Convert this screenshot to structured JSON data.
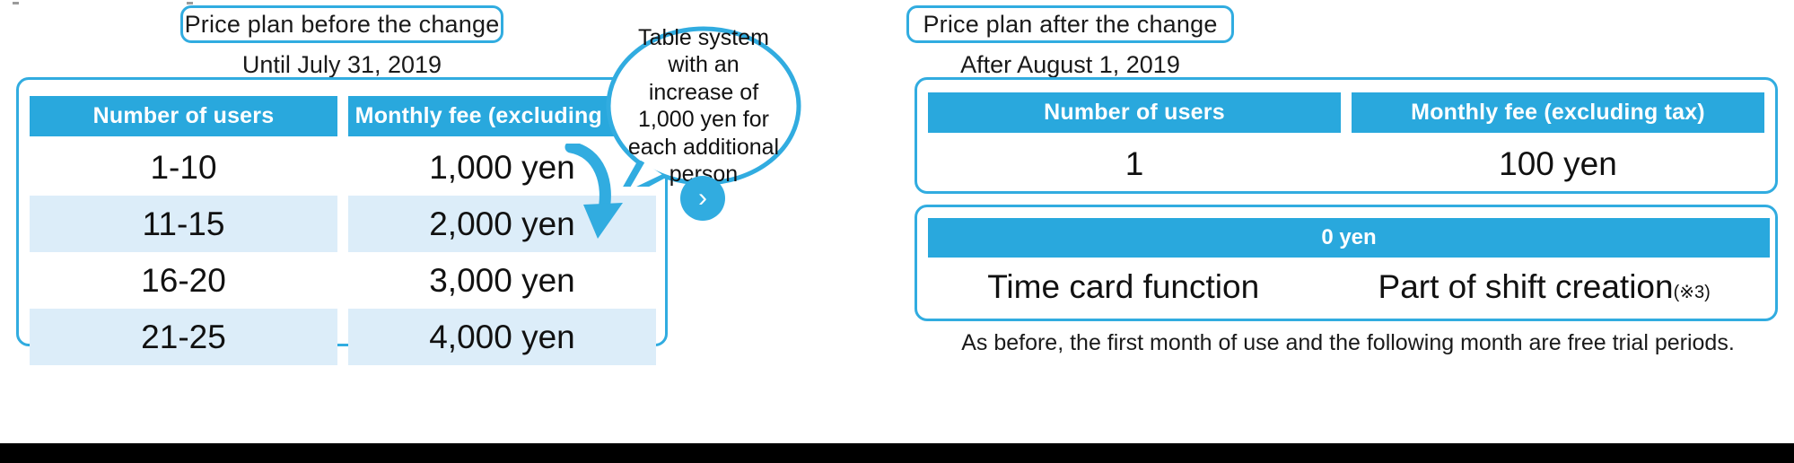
{
  "left_panel": {
    "badge_label": "Price plan before the change",
    "subtitle": "Until July 31, 2019",
    "table": {
      "headers": [
        "Number of users",
        "Monthly fee (excluding tax)"
      ],
      "rows": [
        [
          "1-10",
          "1,000 yen"
        ],
        [
          "11-15",
          "2,000 yen"
        ],
        [
          "16-20",
          "3,000 yen"
        ],
        [
          "21-25",
          "4,000 yen"
        ]
      ]
    }
  },
  "callout": {
    "text": "Table system with an increase of 1,000 yen for each additional person"
  },
  "transition": {
    "chevron_glyph": "›"
  },
  "right_panel": {
    "badge_label": "Price plan after the change",
    "subtitle": "After August 1, 2019",
    "table": {
      "headers": [
        "Number of users",
        "Monthly fee (excluding tax)"
      ],
      "rows": [
        [
          "1",
          "100 yen"
        ]
      ]
    },
    "free_section": {
      "banner_label": "0 yen",
      "items": [
        {
          "label": "Time card function",
          "note": ""
        },
        {
          "label": "Part of shift creation",
          "note": "(※3)"
        }
      ]
    },
    "footnote": "As before, the first month of use and the following month are free trial periods."
  },
  "colors": {
    "accent": "#31ace0",
    "header_fill": "#29a8dd",
    "zebra_fill": "#dcedf9",
    "text": "#111111",
    "bar": "#000000"
  }
}
